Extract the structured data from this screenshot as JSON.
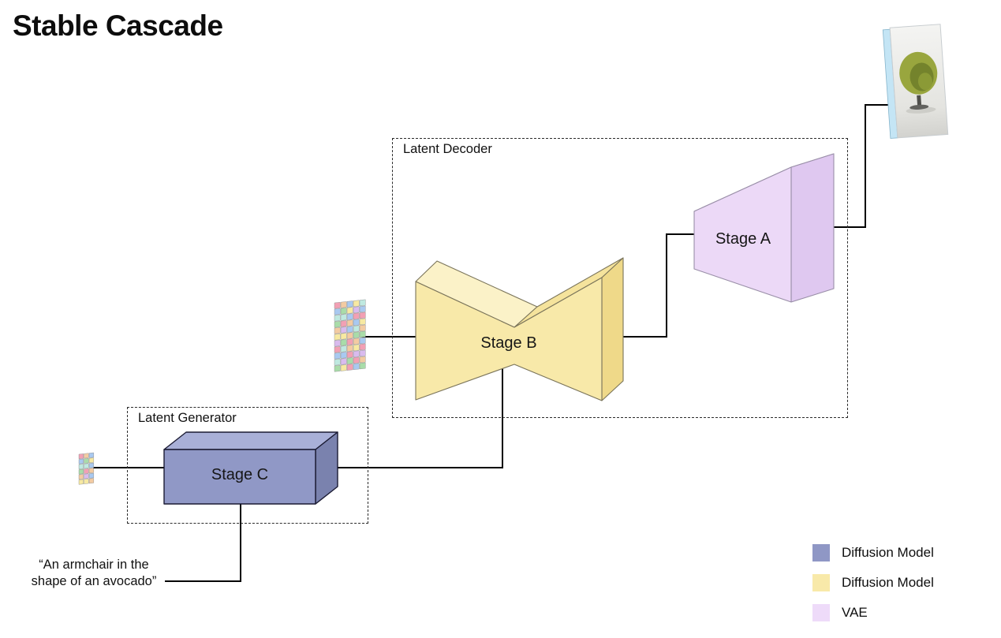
{
  "title": "Stable Cascade",
  "groups": {
    "decoder": "Latent Decoder",
    "generator": "Latent Generator"
  },
  "stages": {
    "a": {
      "label": "Stage A",
      "front": "#ecd9f7",
      "top": "#f5eafc",
      "side": "#dfc8f0"
    },
    "b": {
      "label": "Stage B",
      "front": "#f8e9a9",
      "top_left": "#fbf2c8",
      "top_right": "#f5e39c",
      "side": "#efd989"
    },
    "c": {
      "label": "Stage C",
      "front": "#9098c6",
      "top": "#a9b0d8",
      "side": "#7a82ae"
    }
  },
  "prompt": {
    "line1": "“An armchair in the",
    "line2": "shape of an avocado”"
  },
  "legend": {
    "items": [
      {
        "label": "Diffusion Model",
        "color": "#8f97c5"
      },
      {
        "label": "Diffusion Model",
        "color": "#f8e9a9"
      },
      {
        "label": "VAE",
        "color": "#eedbf9"
      }
    ]
  },
  "latents": {
    "palette": [
      "#f2a0b4",
      "#f7e9a2",
      "#a9dca9",
      "#a9c9f0",
      "#d9bbee",
      "#f3cba2",
      "#bfe9e0"
    ],
    "large": {
      "cols": 5,
      "rows": 11
    },
    "small": {
      "cols": 3,
      "rows": 6
    }
  },
  "connector_color": "#000000"
}
